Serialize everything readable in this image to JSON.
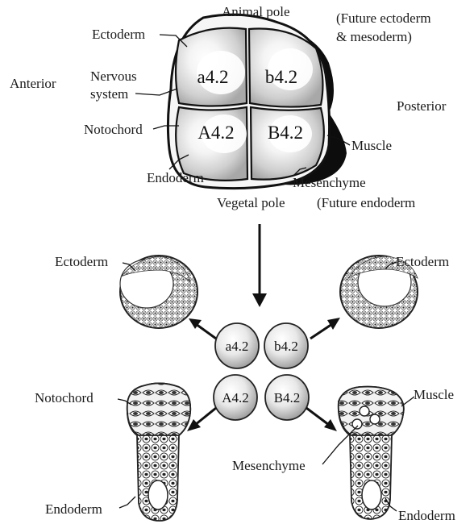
{
  "top_embryo": {
    "labels": {
      "animal_pole": "Animal pole",
      "future_ectoderm_line1": "(Future ectoderm",
      "future_ectoderm_line2": "& mesoderm)",
      "ectoderm": "Ectoderm",
      "anterior": "Anterior",
      "nervous_line1": "Nervous",
      "nervous_line2": "system",
      "posterior": "Posterior",
      "notochord": "Notochord",
      "muscle": "Muscle",
      "endoderm": "Endoderm",
      "mesenchyme": "Mesenchyme",
      "vegetal_pole": "Vegetal pole",
      "future_endoderm": "(Future endoderm"
    },
    "cells": {
      "a42": "a4.2",
      "b42": "b4.2",
      "A42": "A4.2",
      "B42": "B4.2"
    }
  },
  "isolated_blastomeres": {
    "a42": "a4.2",
    "b42": "b4.2",
    "A42": "A4.2",
    "B42": "B4.2"
  },
  "outcomes": {
    "left_ectoderm": "Ectoderm",
    "right_ectoderm": "Ectoderm",
    "notochord": "Notochord",
    "left_endoderm": "Endoderm",
    "muscle": "Muscle",
    "mesenchyme": "Mesenchyme",
    "right_endoderm": "Endoderm"
  },
  "colors": {
    "ink": "#111111",
    "cell_fill": "#d8d8d8",
    "cell_highlight": "#ffffff",
    "dark_region": "#0d0d0d"
  }
}
